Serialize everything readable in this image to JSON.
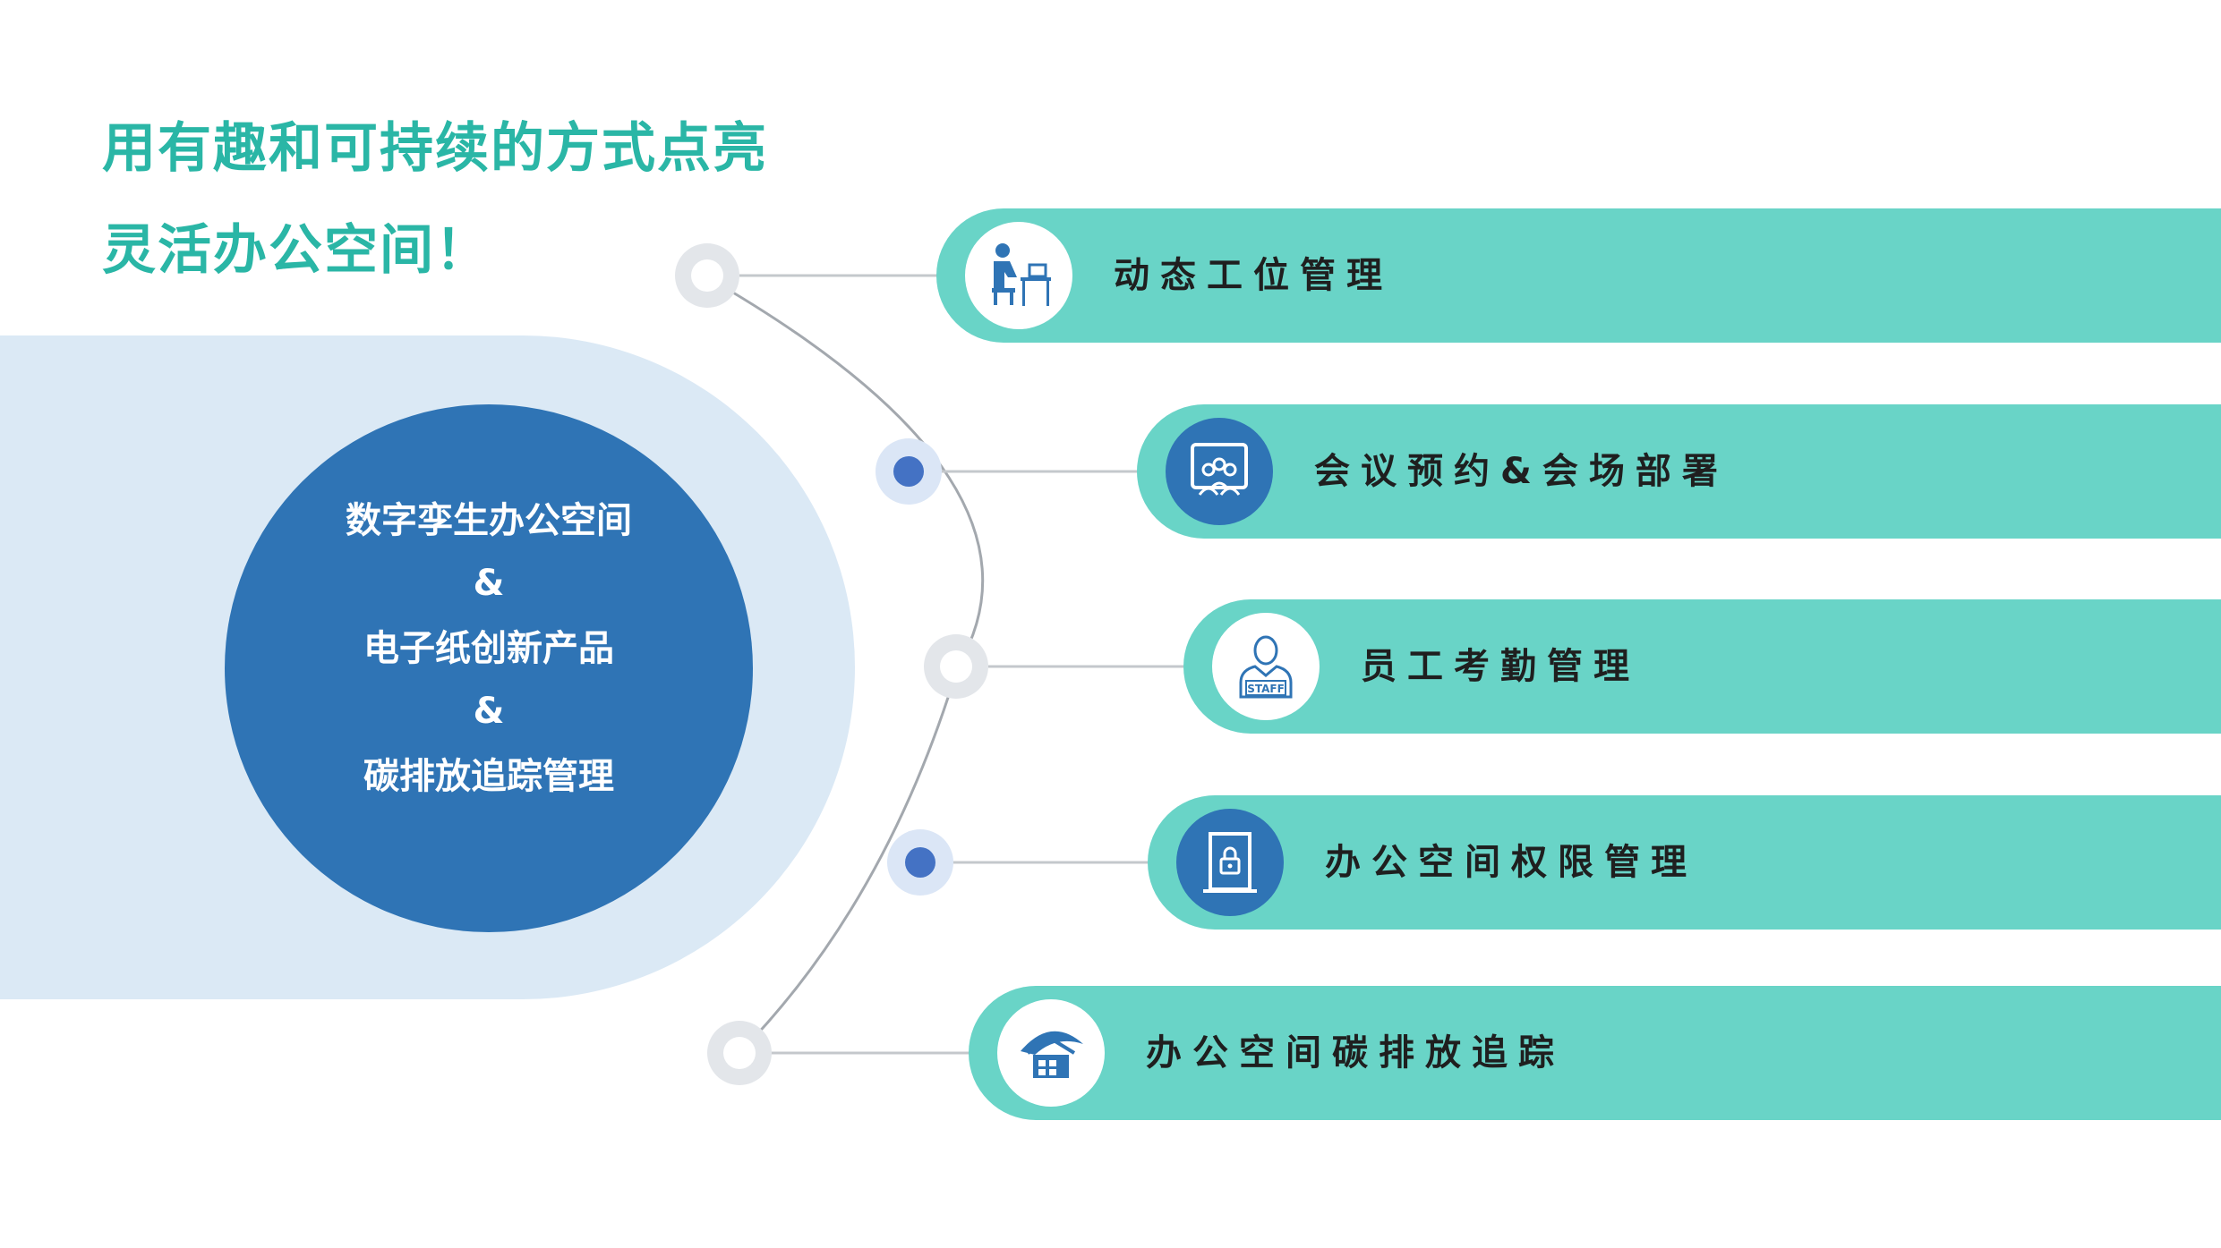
{
  "headline": {
    "line1": "用有趣和可持续的方式点亮",
    "line2": "灵活办公空间！"
  },
  "hub": {
    "line1": "数字孪生办公空间",
    "line2": "&",
    "line3": "电子纸创新产品",
    "line4": "&",
    "line5": "碳排放追踪管理"
  },
  "items": [
    {
      "label": "动态工位管理",
      "icon": "desk-worker-icon"
    },
    {
      "label": "会议预约&会场部署",
      "icon": "meeting-room-icon"
    },
    {
      "label": "员工考勤管理",
      "icon": "staff-icon"
    },
    {
      "label": "办公空间权限管理",
      "icon": "lock-door-icon"
    },
    {
      "label": "办公空间碳排放追踪",
      "icon": "eco-house-icon"
    }
  ],
  "colors": {
    "accent_teal": "#2ab6a6",
    "bar_teal": "#69d4c7",
    "hub_blue": "#2f74b5",
    "backdrop_blue": "#dbe9f5",
    "node_gray": "#e3e6ea",
    "node_blue": "#4472c4"
  }
}
